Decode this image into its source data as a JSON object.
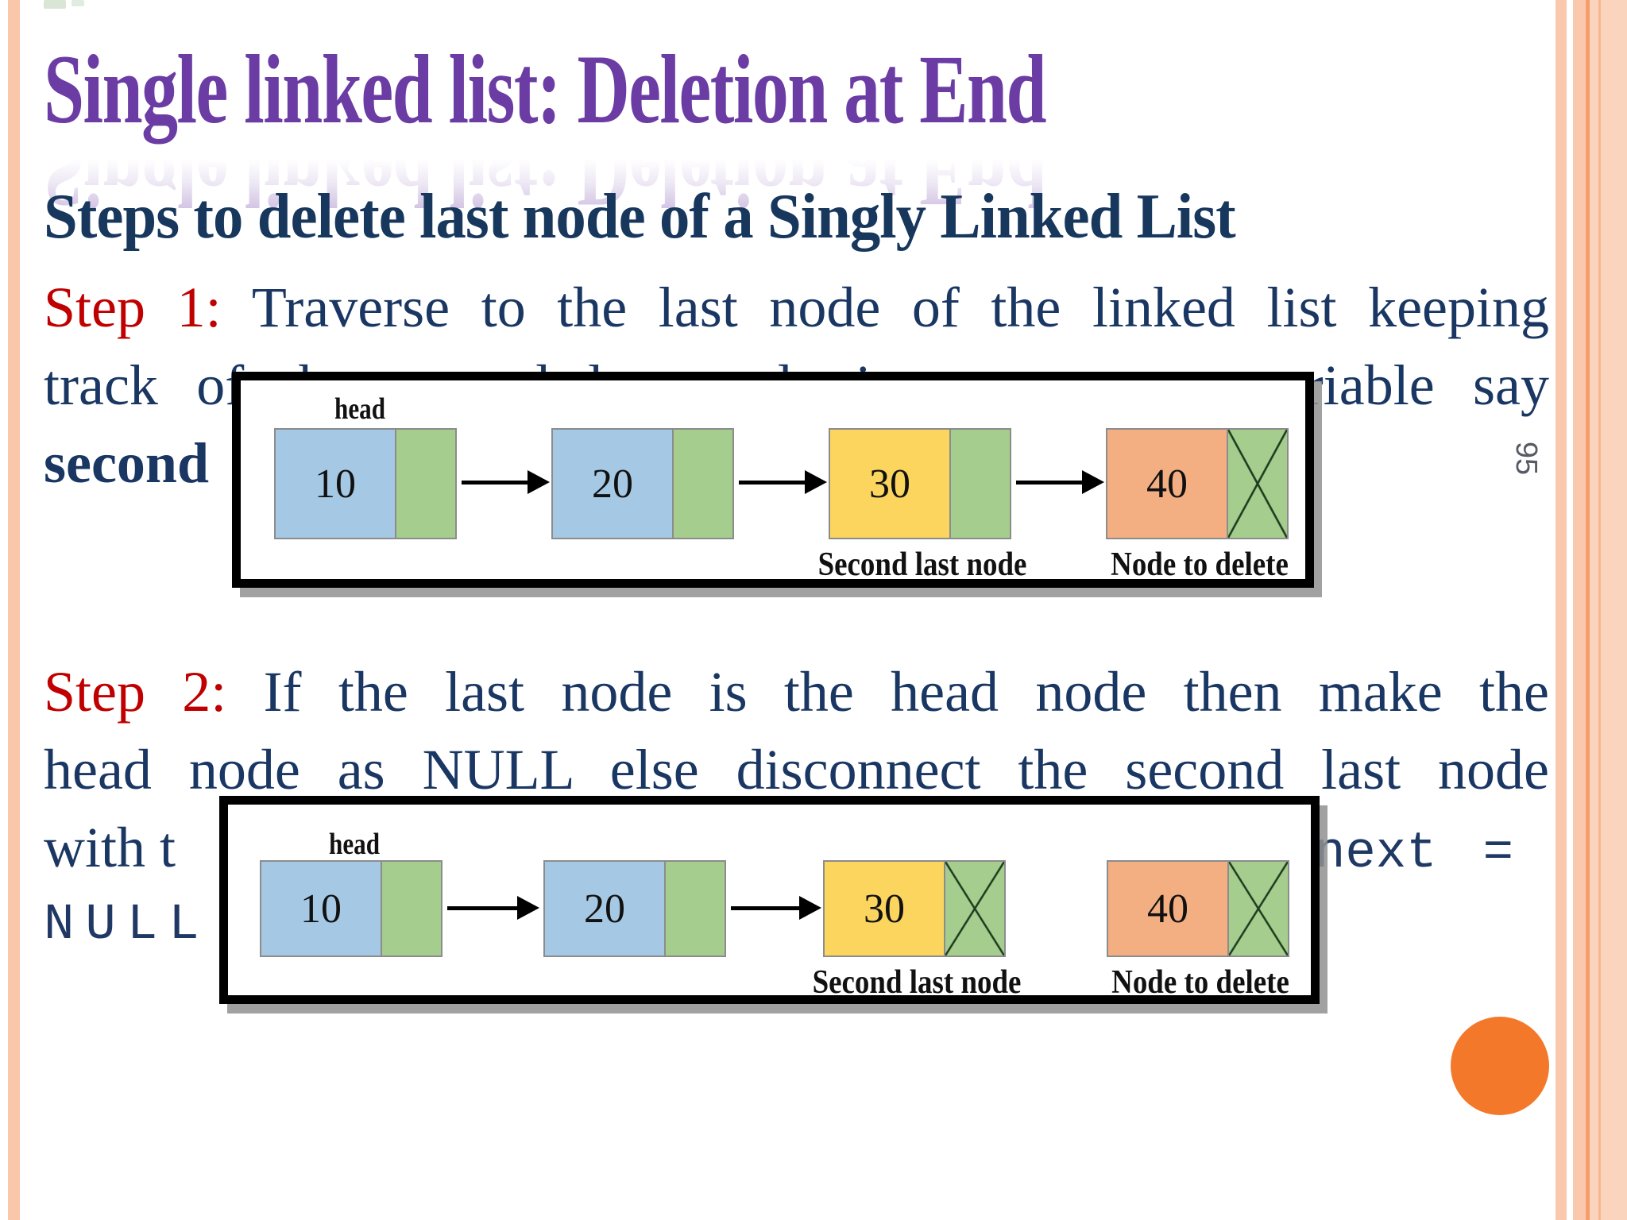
{
  "slide": {
    "title": "Single linked list: Deletion at End",
    "heading": "Steps to delete last node of a Singly Linked List",
    "page_number": "95",
    "step1": {
      "label": "Step 1:",
      "line1_rest": " Traverse to the last node of the linked list keeping",
      "line2": "track of the second last node in some temp variable say",
      "line3_bold": "second"
    },
    "step2": {
      "label": "Step 2:",
      "line1_rest": " If the last node is the head node then make the",
      "line2": "head node as NULL else disconnect the second last node",
      "line3_left": "with t",
      "line3_code_word": "next",
      "line3_code_eq": "=",
      "line4_code": "NULL"
    }
  },
  "diagram1": {
    "head_label": "head",
    "nodes": [
      {
        "value": "10",
        "color": "#A5C8E4",
        "crossed": false
      },
      {
        "value": "20",
        "color": "#A5C8E4",
        "crossed": false
      },
      {
        "value": "30",
        "color": "#FCD55F",
        "crossed": false
      },
      {
        "value": "40",
        "color": "#F3AF82",
        "crossed": true
      }
    ],
    "labels": {
      "second_last": "Second last node",
      "node_to_delete": "Node to delete"
    }
  },
  "diagram2": {
    "head_label": "head",
    "nodes": [
      {
        "value": "10",
        "color": "#A5C8E4",
        "crossed": false
      },
      {
        "value": "20",
        "color": "#A5C8E4",
        "crossed": false
      },
      {
        "value": "30",
        "color": "#FCD55F",
        "crossed": true
      },
      {
        "value": "40",
        "color": "#F3AF82",
        "crossed": true
      }
    ],
    "labels": {
      "second_last": "Second last node",
      "node_to_delete": "Node to delete"
    }
  },
  "colors": {
    "title_purple": "#6B3CA4",
    "body_navy": "#1A3763",
    "step_red": "#C00000",
    "node_blue": "#A5C8E4",
    "node_green": "#A5CD8D",
    "node_yellow": "#FCD55F",
    "node_orange": "#F3AF82",
    "border_peach": "#FAC8AB",
    "accent_orange_circle": "#F4782A",
    "page_num_gray": "#555C64"
  }
}
